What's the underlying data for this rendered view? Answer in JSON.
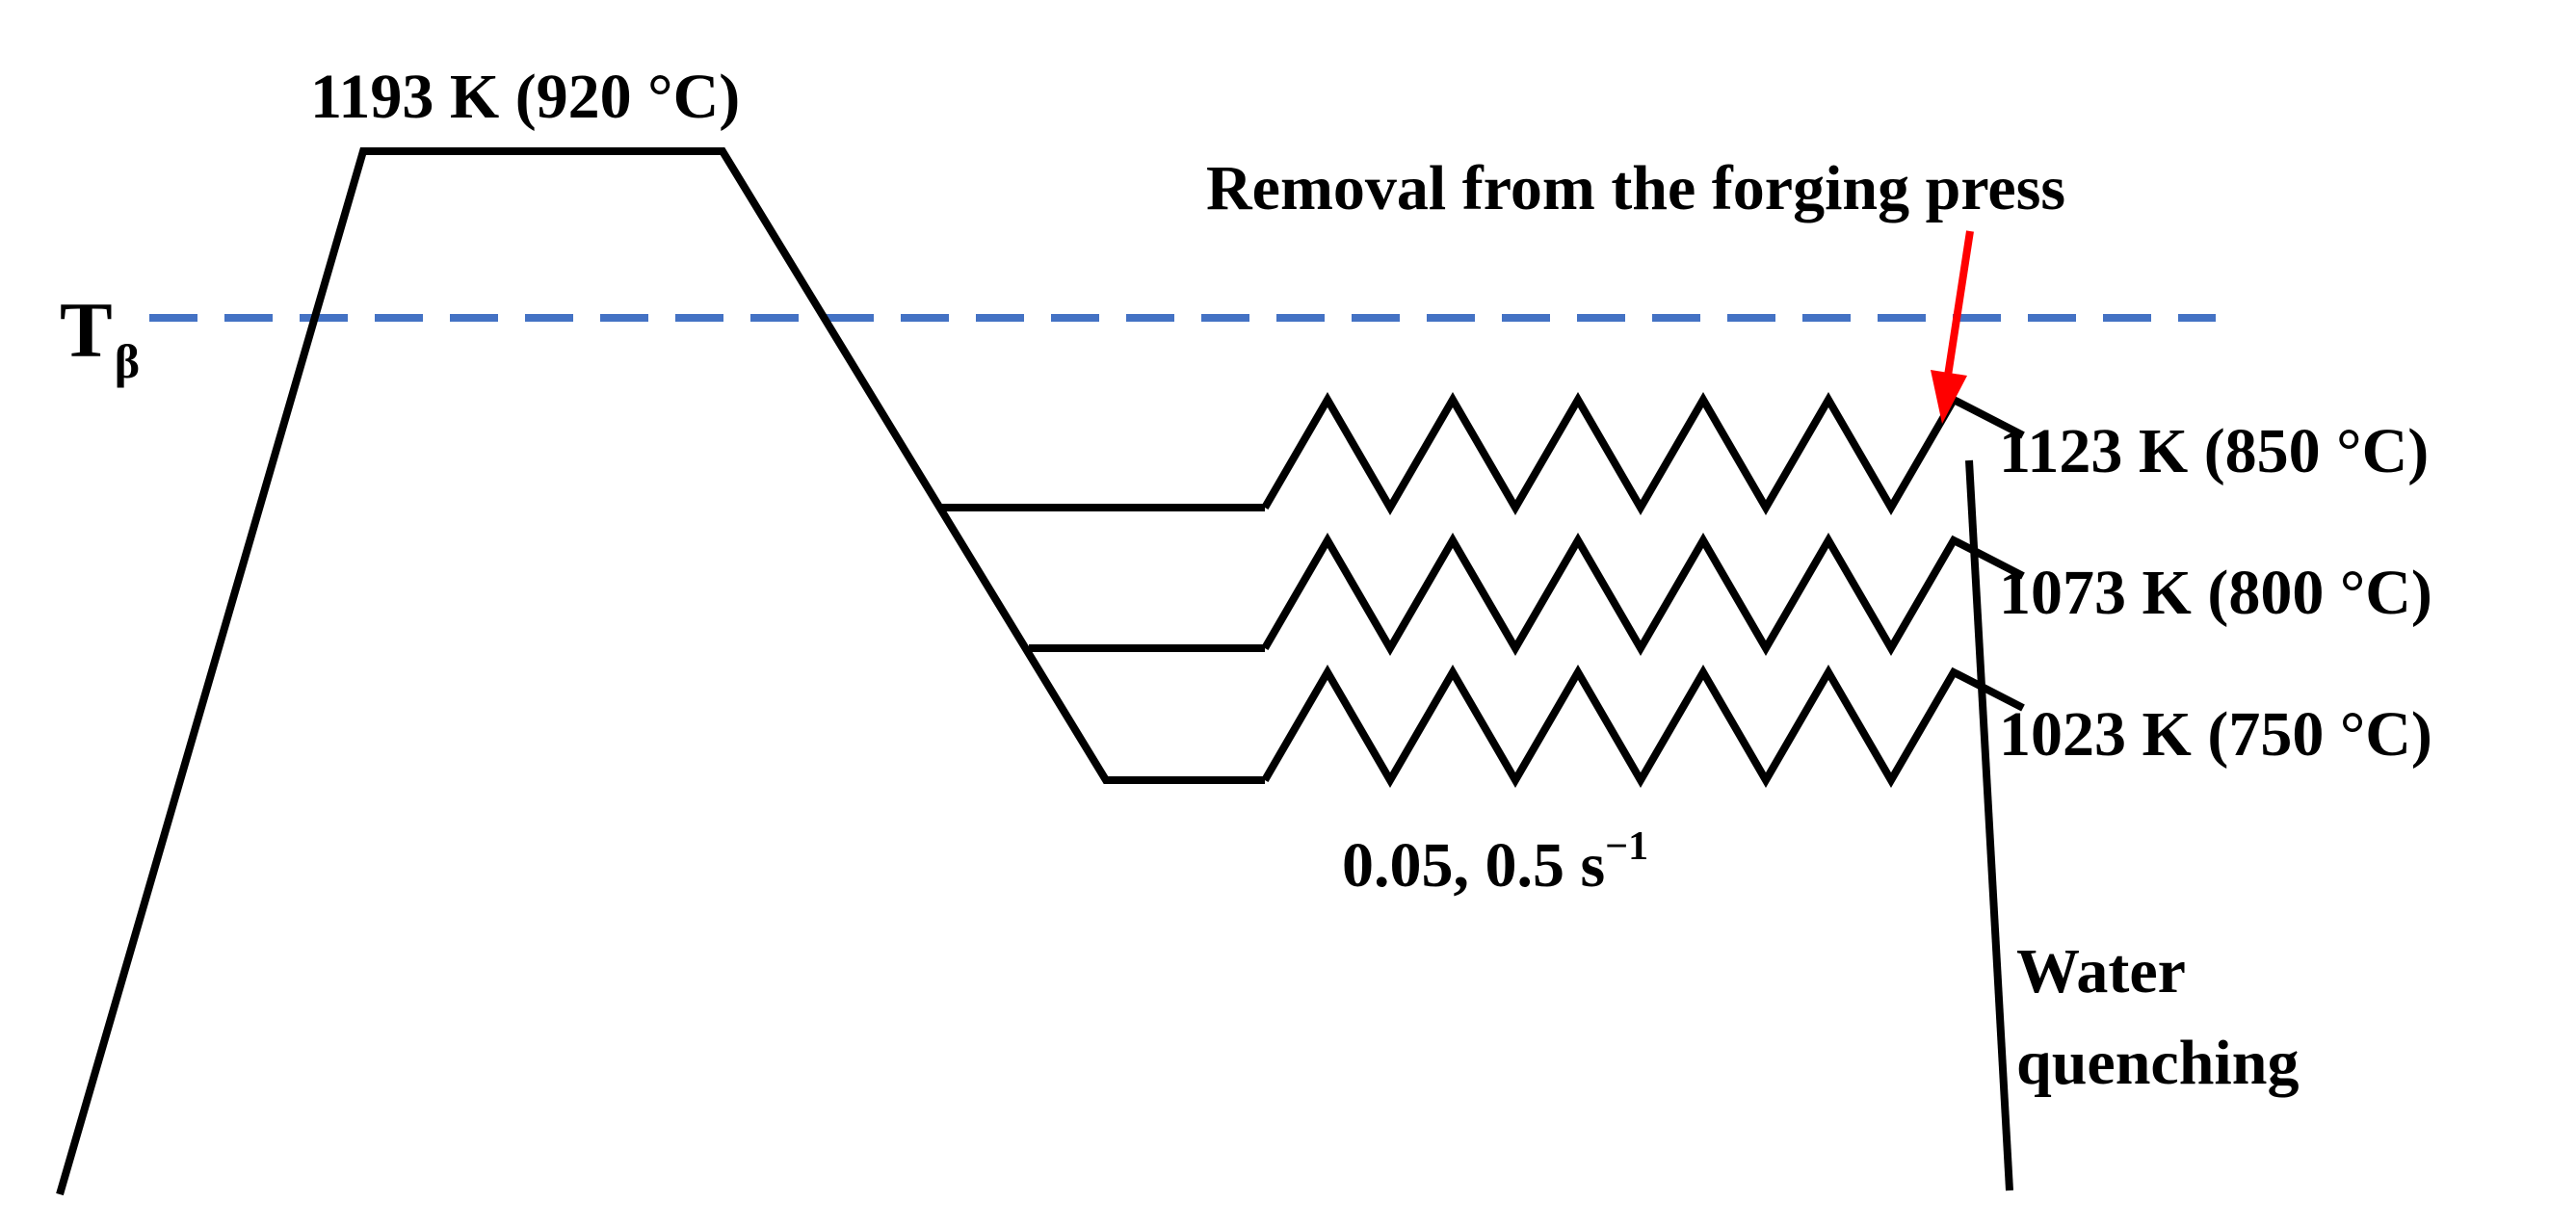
{
  "labels": {
    "peak_temp": "1193 K (920 °C)",
    "removal": "Removal from the forging press",
    "t_beta_main": "T",
    "t_beta_sub": "β",
    "temp_1": "1123 K (850 °C)",
    "temp_2": "1073 K (800 °C)",
    "temp_3": "1023 K (750 °C)",
    "strain_rate_main": "0.05, 0.5 s",
    "strain_rate_sup": "−1",
    "quench_line1": "Water",
    "quench_line2": "quenching"
  },
  "colors": {
    "line": "#000000",
    "t_beta_dash": "#4472C4",
    "arrow": "#FF0000"
  }
}
